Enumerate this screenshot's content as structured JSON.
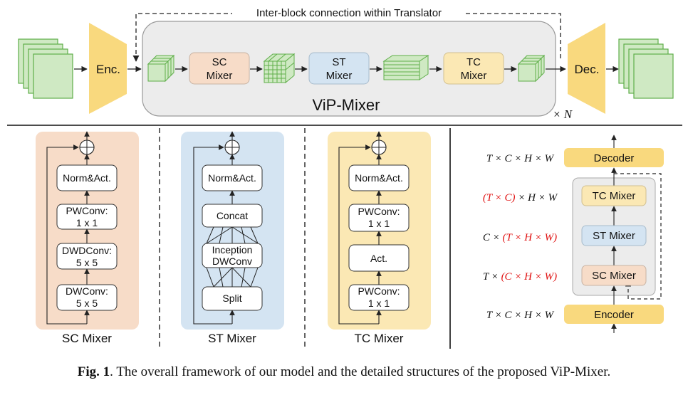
{
  "top": {
    "connection_label": "Inter-block connection within Translator",
    "enc": "Enc.",
    "dec": "Dec.",
    "sc_mixer": [
      "SC",
      "Mixer"
    ],
    "st_mixer": [
      "ST",
      "Mixer"
    ],
    "tc_mixer": [
      "TC",
      "Mixer"
    ],
    "vip_mixer": "ViP-Mixer",
    "repeat": "× N"
  },
  "sc_panel": {
    "title": "SC Mixer",
    "blocks": [
      [
        "Norm&Act."
      ],
      [
        "PWConv:",
        "1 x 1"
      ],
      [
        "DWDConv:",
        "5 x 5"
      ],
      [
        "DWConv:",
        "5 x 5"
      ]
    ]
  },
  "st_panel": {
    "title": "ST Mixer",
    "blocks": [
      [
        "Norm&Act."
      ],
      [
        "Concat"
      ],
      [
        "Inception",
        "DWConv"
      ],
      [
        "Split"
      ]
    ]
  },
  "tc_panel": {
    "title": "TC Mixer",
    "blocks": [
      [
        "Norm&Act."
      ],
      [
        "PWConv:",
        "1 x 1"
      ],
      [
        "Act."
      ],
      [
        "PWConv:",
        "1 x 1"
      ]
    ]
  },
  "flow": {
    "decoder": "Decoder",
    "tc_mixer": "TC Mixer",
    "st_mixer": "ST Mixer",
    "sc_mixer": "SC Mixer",
    "encoder": "Encoder",
    "shapes": [
      {
        "plain": "T × C × H × W",
        "red": ""
      },
      {
        "plain_after": " × H × W",
        "red": "(T × C)"
      },
      {
        "plain_before": "C × ",
        "red": "(T × H × W)"
      },
      {
        "plain_before": "T × ",
        "red": "(C × H × W)"
      },
      {
        "plain": "T × C × H × W",
        "red": ""
      }
    ]
  },
  "colors": {
    "green": "#cfe9c3",
    "green_stroke": "#5fae4a",
    "yellow": "#f9d97e",
    "orange_fill": "#f7dcc8",
    "blue_fill": "#d4e4f2",
    "yellow_fill": "#fbe8b4",
    "gray_fill": "#ececec",
    "red": "#e01010"
  },
  "caption": {
    "label": "Fig. 1",
    "text": ". The overall framework of our model and the detailed structures of the proposed ViP-Mixer."
  }
}
